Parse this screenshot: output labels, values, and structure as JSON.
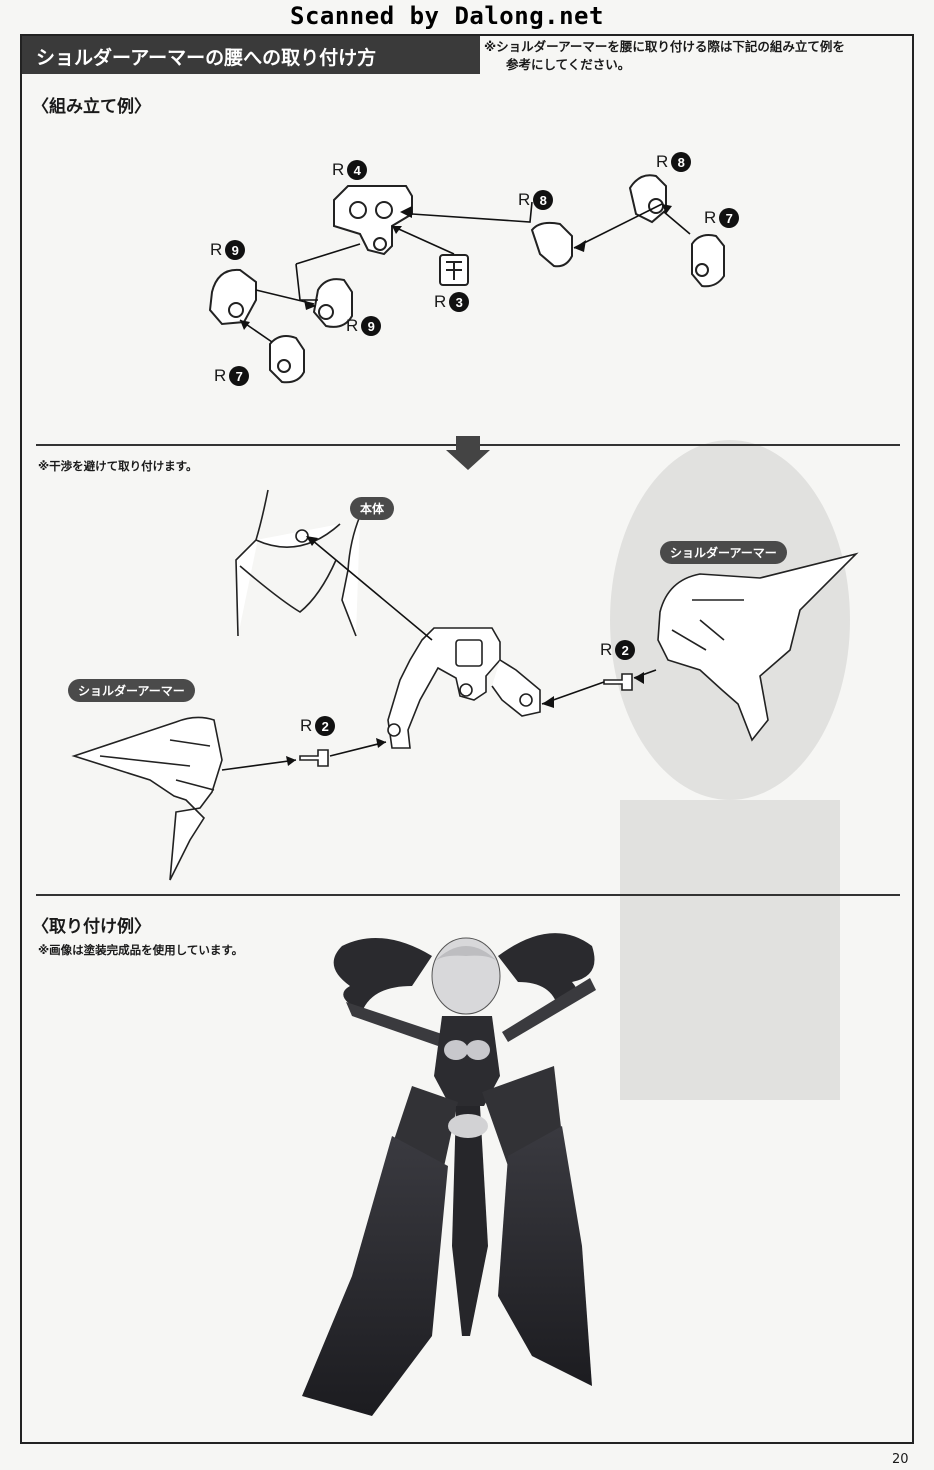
{
  "watermark": "Scanned by Dalong.net",
  "header": {
    "title": "ショルダーアーマーの腰への取り付け方",
    "note_line1": "※ショルダーアーマーを腰に取り付ける際は下記の組み立て例を",
    "note_line2": "参考にしてください。"
  },
  "sections": {
    "assembly_example": "〈組み立て例〉",
    "interference_note": "※干渉を避けて取り付けます。",
    "mount_example": "〈取り付け例〉",
    "photo_note": "※画像は塗装完成品を使用しています。"
  },
  "parts": {
    "r4": {
      "prefix": "R",
      "num": "4"
    },
    "r8_top": {
      "prefix": "R",
      "num": "8"
    },
    "r8_mid": {
      "prefix": "R",
      "num": "8"
    },
    "r7_right": {
      "prefix": "R",
      "num": "7"
    },
    "r9_left": {
      "prefix": "R",
      "num": "9"
    },
    "r9_right": {
      "prefix": "R",
      "num": "9"
    },
    "r3": {
      "prefix": "R",
      "num": "3"
    },
    "r7_left": {
      "prefix": "R",
      "num": "7"
    },
    "r2_right": {
      "prefix": "R",
      "num": "2"
    },
    "r2_left": {
      "prefix": "R",
      "num": "2"
    }
  },
  "tags": {
    "body": "本体",
    "shoulder_armor_right": "ショルダーアーマー",
    "shoulder_armor_left": "ショルダーアーマー"
  },
  "page_number": "20"
}
